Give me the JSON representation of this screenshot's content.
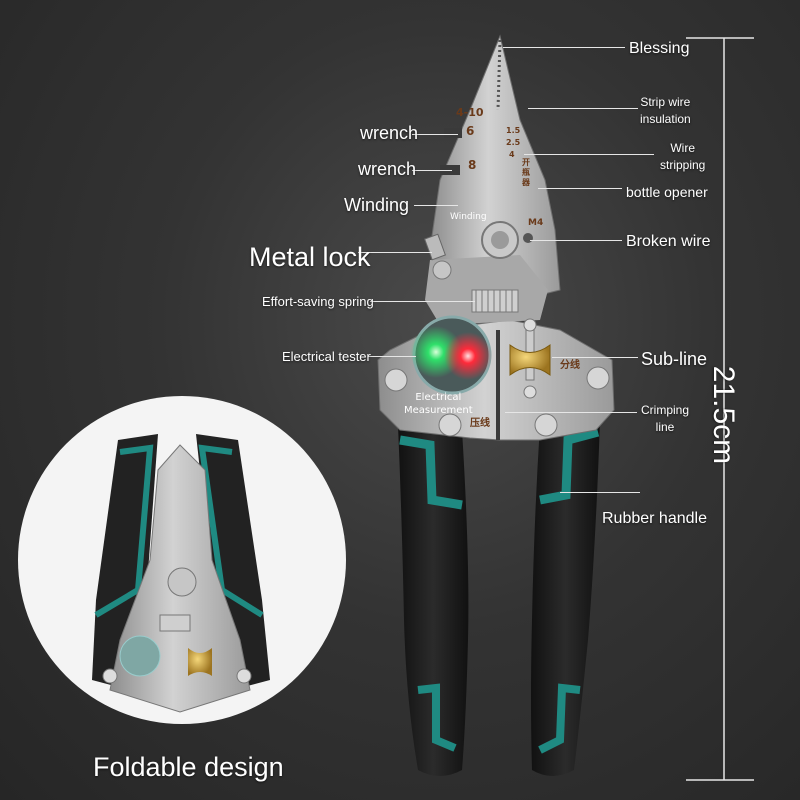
{
  "labels": {
    "blessing": "Blessing",
    "strip_wire_insulation_1": "Strip wire",
    "strip_wire_insulation_2": "insulation",
    "wire_stripping_1": "Wire",
    "wire_stripping_2": "stripping",
    "bottle_opener": "bottle opener",
    "broken_wire": "Broken wire",
    "wrench_1": "wrench",
    "wrench_2": "wrench",
    "winding": "Winding",
    "metal_lock": "Metal lock",
    "effort_saving_spring": "Effort-saving spring",
    "electrical_tester": "Electrical tester",
    "sub_line": "Sub-line",
    "crimping_line_1": "Crimping",
    "crimping_line_2": "line",
    "rubber_handle": "Rubber handle",
    "foldable_design": "Foldable design",
    "dimension": "21.5cm"
  },
  "tool_markings": {
    "size_range": "4-10",
    "wrench_6": "6",
    "wrench_8": "8",
    "gauge_15": "1.5",
    "gauge_25": "2.5",
    "gauge_4": "4",
    "winding_tag": "Winding",
    "m4": "M4",
    "electrical_measurement_1": "Electrical",
    "electrical_measurement_2": "Measurement",
    "sub_line_cn": "分线",
    "crimp_cn": "压线",
    "open_bottle_cn": "开瓶器"
  },
  "colors": {
    "background": "#333333",
    "steel": "#b9b9b9",
    "handle_black": "#1e1e1e",
    "handle_teal": "#1f8a82",
    "brass": "#c9a23a",
    "tester_green": "#2fe06a",
    "tester_red": "#ff2a3a"
  }
}
